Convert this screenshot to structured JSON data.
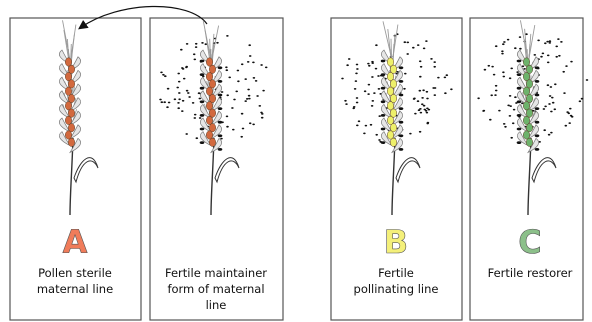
{
  "panels": [
    {
      "letter": "A",
      "letter_color": "#f07c5a",
      "caption_lines": [
        "Pollen sterile",
        "maternal line"
      ],
      "spike_color": "#d2693e",
      "pollen": false
    },
    {
      "letter": "",
      "letter_color": "",
      "caption_lines": [
        "Fertile maintainer",
        "form of maternal",
        "line"
      ],
      "spike_color": "#d2693e",
      "pollen": true
    },
    {
      "letter": "B",
      "letter_color": "#f4f07a",
      "caption_lines": [
        "Fertile",
        "pollinating line"
      ],
      "spike_color": "#eef06a",
      "pollen": true
    },
    {
      "letter": "C",
      "letter_color": "#8cc08a",
      "caption_lines": [
        "Fertile restorer"
      ],
      "spike_color": "#6db36b",
      "pollen": true
    }
  ],
  "colors": {
    "border": "#555555",
    "awn": "#9a9a9a",
    "stem": "#333333",
    "pollen_dot": "#111111"
  }
}
